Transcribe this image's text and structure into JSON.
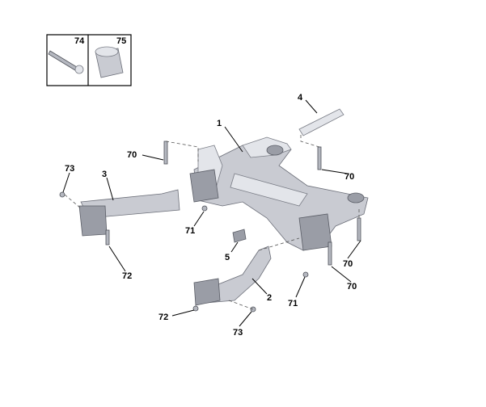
{
  "inset": {
    "labels": [
      "74",
      "75"
    ]
  },
  "callouts": {
    "c1": "1",
    "c2": "2",
    "c3": "3",
    "c4": "4",
    "c5": "5",
    "c70a": "70",
    "c70b": "70",
    "c70c": "70",
    "c70d": "70",
    "c71a": "71",
    "c71b": "71",
    "c72a": "72",
    "c72b": "72",
    "c73a": "73",
    "c73b": "73"
  }
}
